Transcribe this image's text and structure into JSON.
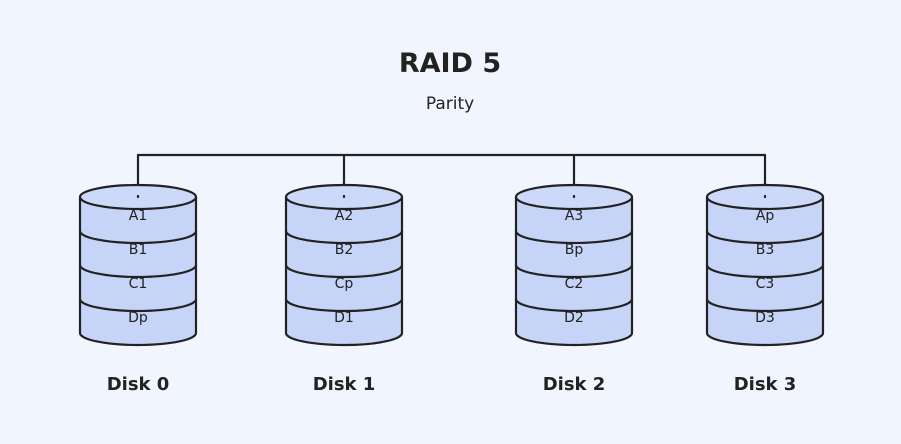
{
  "title": "RAID 5",
  "subtitle": "Parity",
  "colors": {
    "background": "#f1f5fe",
    "disk_fill": "#c6d5f7",
    "stroke": "#222222"
  },
  "disks": [
    {
      "label": "Disk 0",
      "blocks": [
        "A1",
        "B1",
        "C1",
        "Dp"
      ]
    },
    {
      "label": "Disk 1",
      "blocks": [
        "A2",
        "B2",
        "Cp",
        "D1"
      ]
    },
    {
      "label": "Disk 2",
      "blocks": [
        "A3",
        "Bp",
        "C2",
        "D2"
      ]
    },
    {
      "label": "Disk 3",
      "blocks": [
        "Ap",
        "B3",
        "C3",
        "D3"
      ]
    }
  ]
}
